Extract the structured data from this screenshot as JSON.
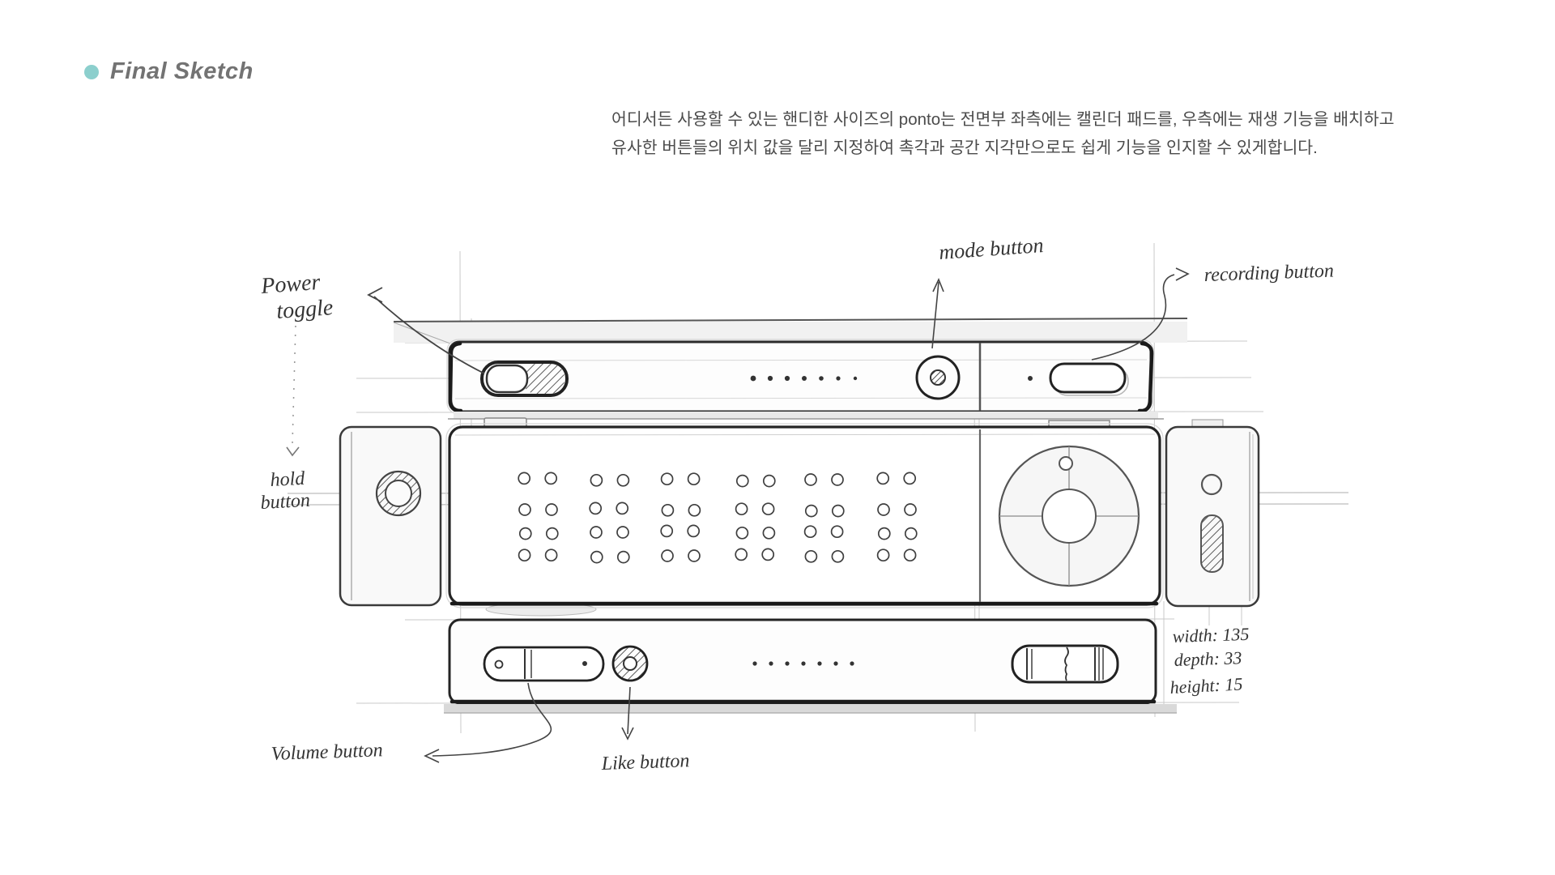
{
  "header": {
    "bullet_color": "#8ccfcd",
    "title": "Final Sketch"
  },
  "description": {
    "line1": "어디서든 사용할 수 있는 핸디한 사이즈의 ponto는  전면부 좌측에는 캘린더 패드를, 우측에는 재생 기능을 배치하고",
    "line2": "유사한 버튼들의 위치 값을 달리 지정하여 촉각과 공간 지각만으로도 쉽게 기능을 인지할 수 있게합니다."
  },
  "sketch": {
    "annotations": {
      "power_toggle_line1": "Power",
      "power_toggle_line2": "toggle",
      "mode_button": "mode button",
      "recording_button": "recording button",
      "hold_button_line1": "hold",
      "hold_button_line2": "button",
      "volume_button": "Volume button",
      "like_button": "Like button"
    },
    "dimensions": {
      "width": "width: 135",
      "depth": "depth: 33",
      "height": "height: 15"
    }
  }
}
